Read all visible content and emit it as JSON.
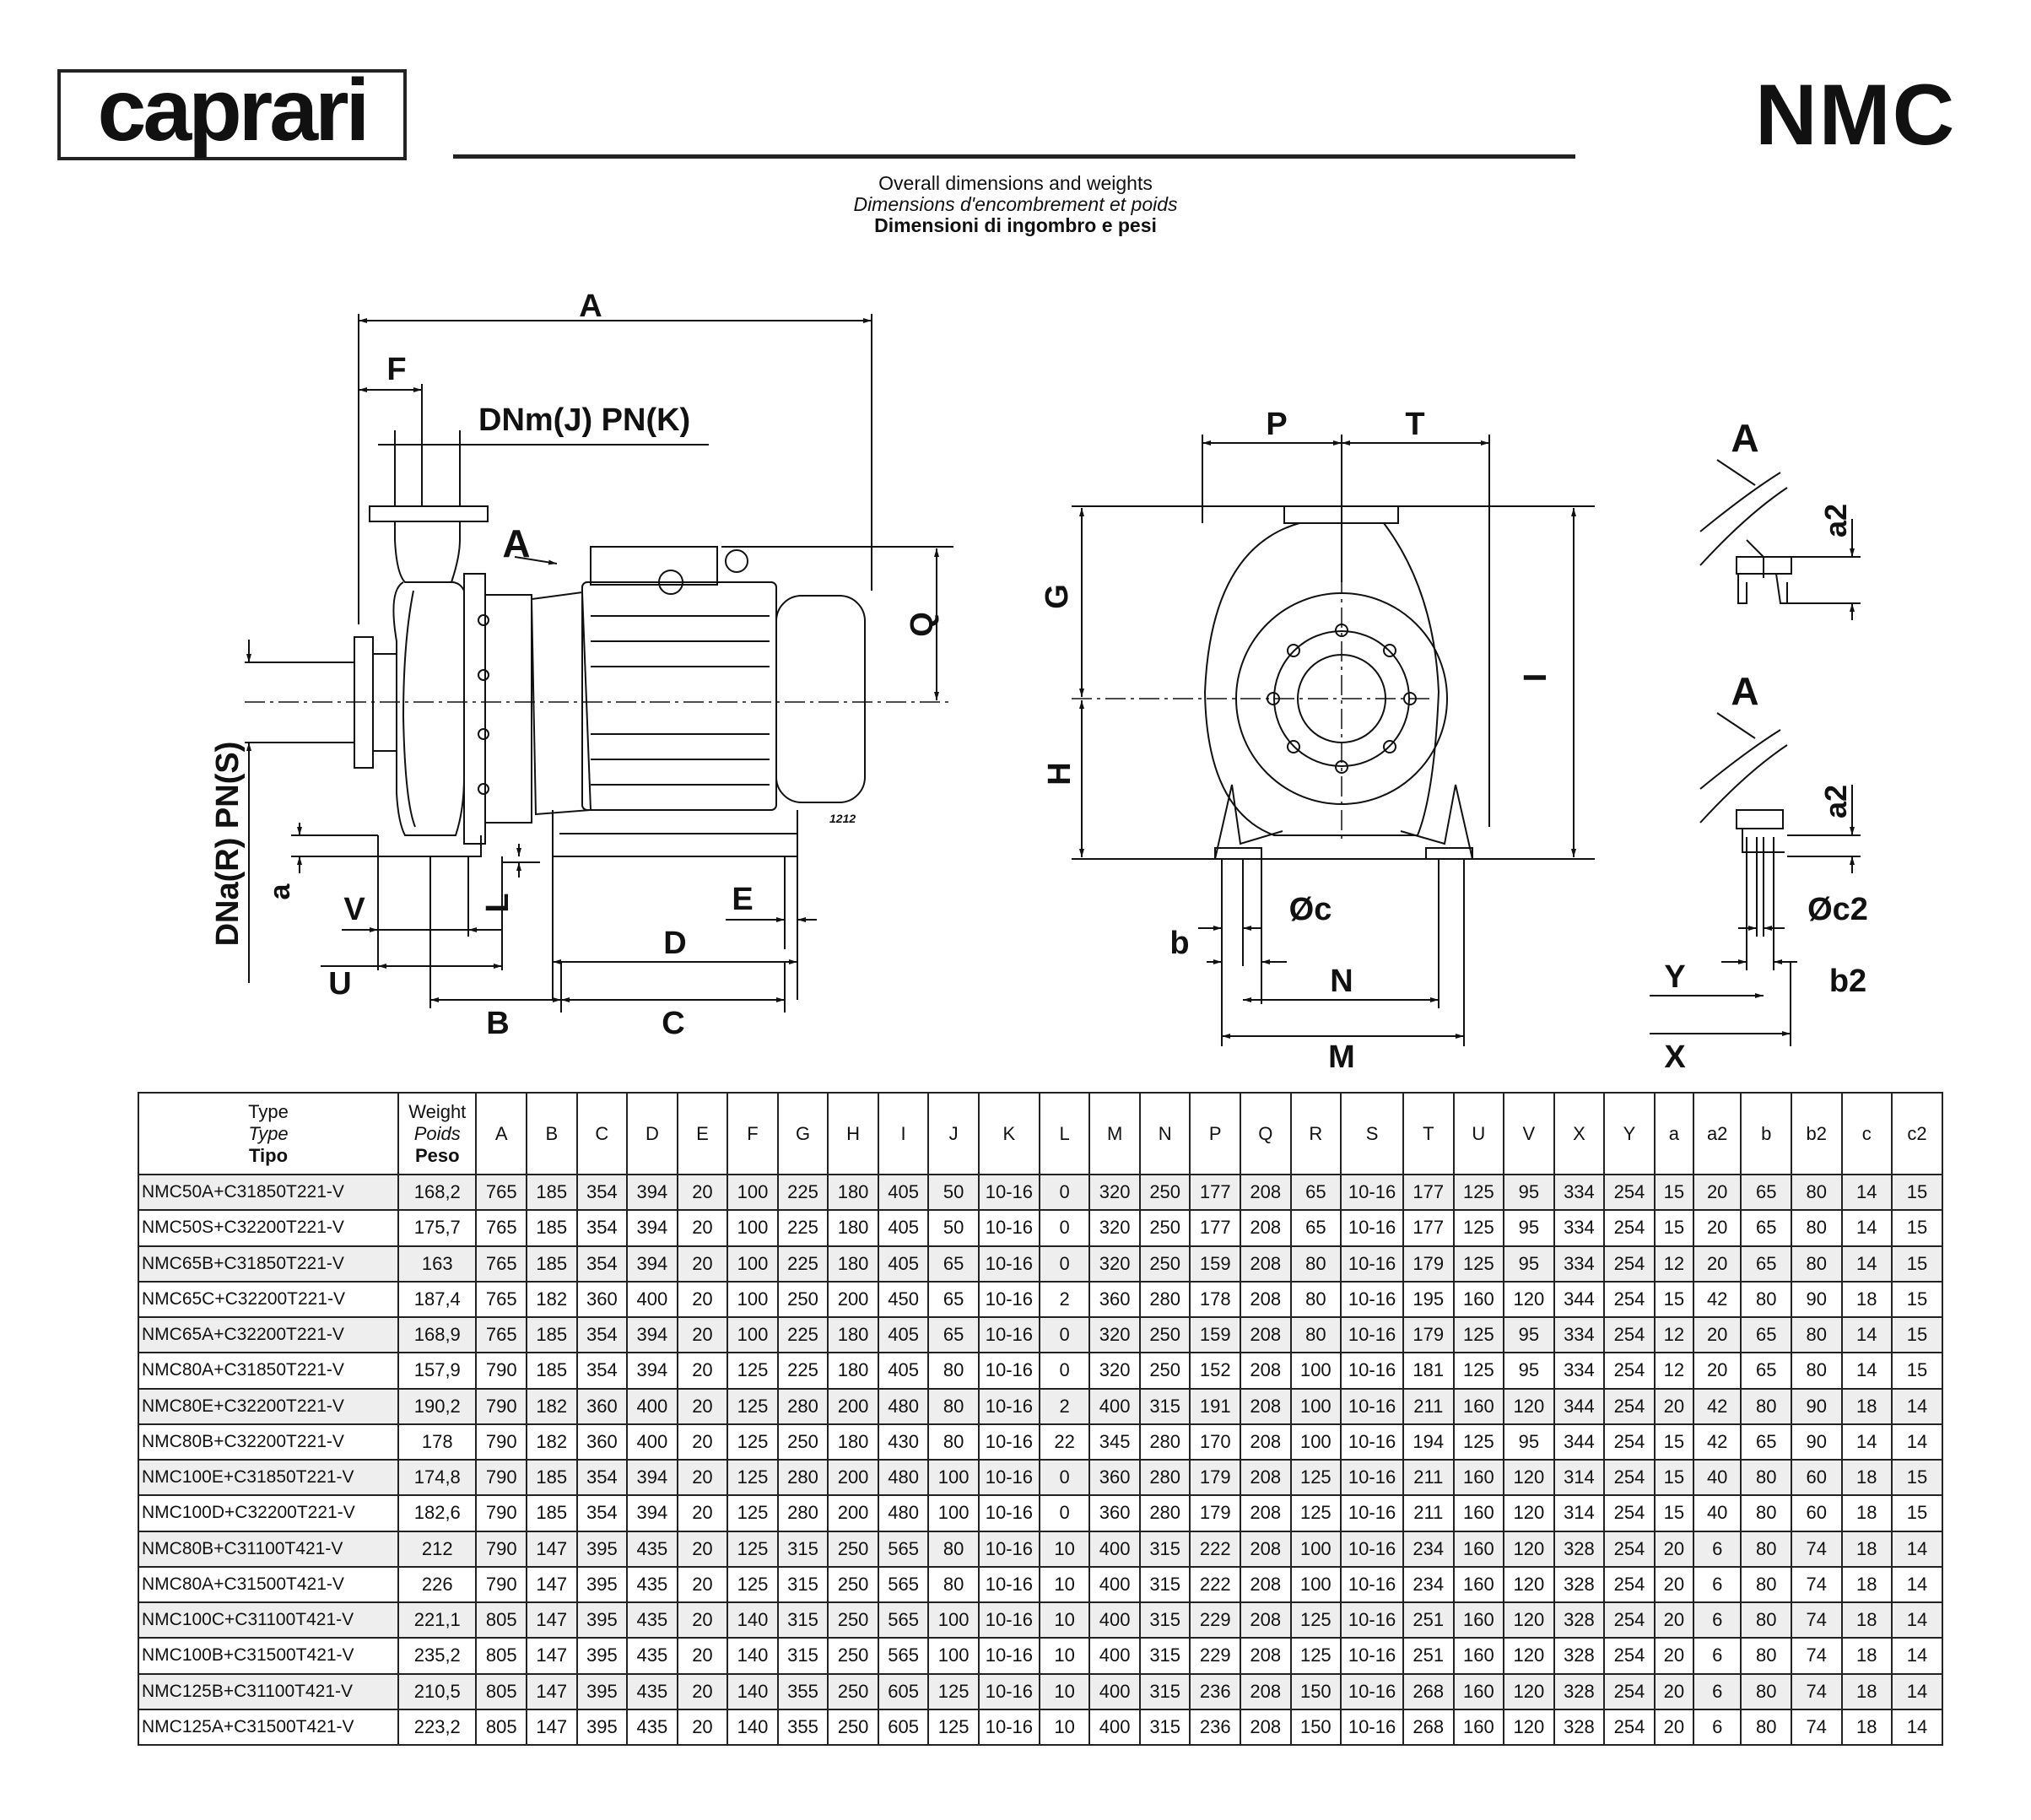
{
  "header": {
    "brand": "caprari",
    "model": "NMC",
    "subtitle_en": "Overall dimensions and weights",
    "subtitle_fr": "Dimensions d'encombrement et poids",
    "subtitle_it": "Dimensioni di ingombro e pesi"
  },
  "drawing_labels": {
    "A": "A",
    "F": "F",
    "DNm": "DNm(J) PN(K)",
    "DNa": "DNa(R) PN(S)",
    "Q": "Q",
    "a": "a",
    "V": "V",
    "L": "L",
    "E": "E",
    "D": "D",
    "U": "U",
    "B": "B",
    "C": "C",
    "A_view": "A",
    "P": "P",
    "T": "T",
    "G": "G",
    "H": "H",
    "I": "I",
    "b": "b",
    "oc": "Øc",
    "N": "N",
    "M": "M",
    "A_detail1": "A",
    "A_detail2": "A",
    "a2_1": "a2",
    "a2_2": "a2",
    "oc2": "Øc2",
    "Y": "Y",
    "b2": "b2",
    "X": "X",
    "drawing_no": "1212"
  },
  "table": {
    "type_header": [
      "Type",
      "Type",
      "Tipo"
    ],
    "weight_header": [
      "Weight",
      "Poids",
      "Peso"
    ],
    "columns": [
      "A",
      "B",
      "C",
      "D",
      "E",
      "F",
      "G",
      "H",
      "I",
      "J",
      "K",
      "L",
      "M",
      "N",
      "P",
      "Q",
      "R",
      "S",
      "T",
      "U",
      "V",
      "X",
      "Y",
      "a",
      "a2",
      "b",
      "b2",
      "c",
      "c2"
    ],
    "rows": [
      [
        "NMC50A+C31850T221-V",
        "168,2",
        "765",
        "185",
        "354",
        "394",
        "20",
        "100",
        "225",
        "180",
        "405",
        "50",
        "10-16",
        "0",
        "320",
        "250",
        "177",
        "208",
        "65",
        "10-16",
        "177",
        "125",
        "95",
        "334",
        "254",
        "15",
        "20",
        "65",
        "80",
        "14",
        "15"
      ],
      [
        "NMC50S+C32200T221-V",
        "175,7",
        "765",
        "185",
        "354",
        "394",
        "20",
        "100",
        "225",
        "180",
        "405",
        "50",
        "10-16",
        "0",
        "320",
        "250",
        "177",
        "208",
        "65",
        "10-16",
        "177",
        "125",
        "95",
        "334",
        "254",
        "15",
        "20",
        "65",
        "80",
        "14",
        "15"
      ],
      [
        "NMC65B+C31850T221-V",
        "163",
        "765",
        "185",
        "354",
        "394",
        "20",
        "100",
        "225",
        "180",
        "405",
        "65",
        "10-16",
        "0",
        "320",
        "250",
        "159",
        "208",
        "80",
        "10-16",
        "179",
        "125",
        "95",
        "334",
        "254",
        "12",
        "20",
        "65",
        "80",
        "14",
        "15"
      ],
      [
        "NMC65C+C32200T221-V",
        "187,4",
        "765",
        "182",
        "360",
        "400",
        "20",
        "100",
        "250",
        "200",
        "450",
        "65",
        "10-16",
        "2",
        "360",
        "280",
        "178",
        "208",
        "80",
        "10-16",
        "195",
        "160",
        "120",
        "344",
        "254",
        "15",
        "42",
        "80",
        "90",
        "18",
        "15"
      ],
      [
        "NMC65A+C32200T221-V",
        "168,9",
        "765",
        "185",
        "354",
        "394",
        "20",
        "100",
        "225",
        "180",
        "405",
        "65",
        "10-16",
        "0",
        "320",
        "250",
        "159",
        "208",
        "80",
        "10-16",
        "179",
        "125",
        "95",
        "334",
        "254",
        "12",
        "20",
        "65",
        "80",
        "14",
        "15"
      ],
      [
        "NMC80A+C31850T221-V",
        "157,9",
        "790",
        "185",
        "354",
        "394",
        "20",
        "125",
        "225",
        "180",
        "405",
        "80",
        "10-16",
        "0",
        "320",
        "250",
        "152",
        "208",
        "100",
        "10-16",
        "181",
        "125",
        "95",
        "334",
        "254",
        "12",
        "20",
        "65",
        "80",
        "14",
        "15"
      ],
      [
        "NMC80E+C32200T221-V",
        "190,2",
        "790",
        "182",
        "360",
        "400",
        "20",
        "125",
        "280",
        "200",
        "480",
        "80",
        "10-16",
        "2",
        "400",
        "315",
        "191",
        "208",
        "100",
        "10-16",
        "211",
        "160",
        "120",
        "344",
        "254",
        "20",
        "42",
        "80",
        "90",
        "18",
        "14"
      ],
      [
        "NMC80B+C32200T221-V",
        "178",
        "790",
        "182",
        "360",
        "400",
        "20",
        "125",
        "250",
        "180",
        "430",
        "80",
        "10-16",
        "22",
        "345",
        "280",
        "170",
        "208",
        "100",
        "10-16",
        "194",
        "125",
        "95",
        "344",
        "254",
        "15",
        "42",
        "65",
        "90",
        "14",
        "14"
      ],
      [
        "NMC100E+C31850T221-V",
        "174,8",
        "790",
        "185",
        "354",
        "394",
        "20",
        "125",
        "280",
        "200",
        "480",
        "100",
        "10-16",
        "0",
        "360",
        "280",
        "179",
        "208",
        "125",
        "10-16",
        "211",
        "160",
        "120",
        "314",
        "254",
        "15",
        "40",
        "80",
        "60",
        "18",
        "15"
      ],
      [
        "NMC100D+C32200T221-V",
        "182,6",
        "790",
        "185",
        "354",
        "394",
        "20",
        "125",
        "280",
        "200",
        "480",
        "100",
        "10-16",
        "0",
        "360",
        "280",
        "179",
        "208",
        "125",
        "10-16",
        "211",
        "160",
        "120",
        "314",
        "254",
        "15",
        "40",
        "80",
        "60",
        "18",
        "15"
      ],
      [
        "NMC80B+C31100T421-V",
        "212",
        "790",
        "147",
        "395",
        "435",
        "20",
        "125",
        "315",
        "250",
        "565",
        "80",
        "10-16",
        "10",
        "400",
        "315",
        "222",
        "208",
        "100",
        "10-16",
        "234",
        "160",
        "120",
        "328",
        "254",
        "20",
        "6",
        "80",
        "74",
        "18",
        "14"
      ],
      [
        "NMC80A+C31500T421-V",
        "226",
        "790",
        "147",
        "395",
        "435",
        "20",
        "125",
        "315",
        "250",
        "565",
        "80",
        "10-16",
        "10",
        "400",
        "315",
        "222",
        "208",
        "100",
        "10-16",
        "234",
        "160",
        "120",
        "328",
        "254",
        "20",
        "6",
        "80",
        "74",
        "18",
        "14"
      ],
      [
        "NMC100C+C31100T421-V",
        "221,1",
        "805",
        "147",
        "395",
        "435",
        "20",
        "140",
        "315",
        "250",
        "565",
        "100",
        "10-16",
        "10",
        "400",
        "315",
        "229",
        "208",
        "125",
        "10-16",
        "251",
        "160",
        "120",
        "328",
        "254",
        "20",
        "6",
        "80",
        "74",
        "18",
        "14"
      ],
      [
        "NMC100B+C31500T421-V",
        "235,2",
        "805",
        "147",
        "395",
        "435",
        "20",
        "140",
        "315",
        "250",
        "565",
        "100",
        "10-16",
        "10",
        "400",
        "315",
        "229",
        "208",
        "125",
        "10-16",
        "251",
        "160",
        "120",
        "328",
        "254",
        "20",
        "6",
        "80",
        "74",
        "18",
        "14"
      ],
      [
        "NMC125B+C31100T421-V",
        "210,5",
        "805",
        "147",
        "395",
        "435",
        "20",
        "140",
        "355",
        "250",
        "605",
        "125",
        "10-16",
        "10",
        "400",
        "315",
        "236",
        "208",
        "150",
        "10-16",
        "268",
        "160",
        "120",
        "328",
        "254",
        "20",
        "6",
        "80",
        "74",
        "18",
        "14"
      ],
      [
        "NMC125A+C31500T421-V",
        "223,2",
        "805",
        "147",
        "395",
        "435",
        "20",
        "140",
        "355",
        "250",
        "605",
        "125",
        "10-16",
        "10",
        "400",
        "315",
        "236",
        "208",
        "150",
        "10-16",
        "268",
        "160",
        "120",
        "328",
        "254",
        "20",
        "6",
        "80",
        "74",
        "18",
        "14"
      ]
    ]
  }
}
